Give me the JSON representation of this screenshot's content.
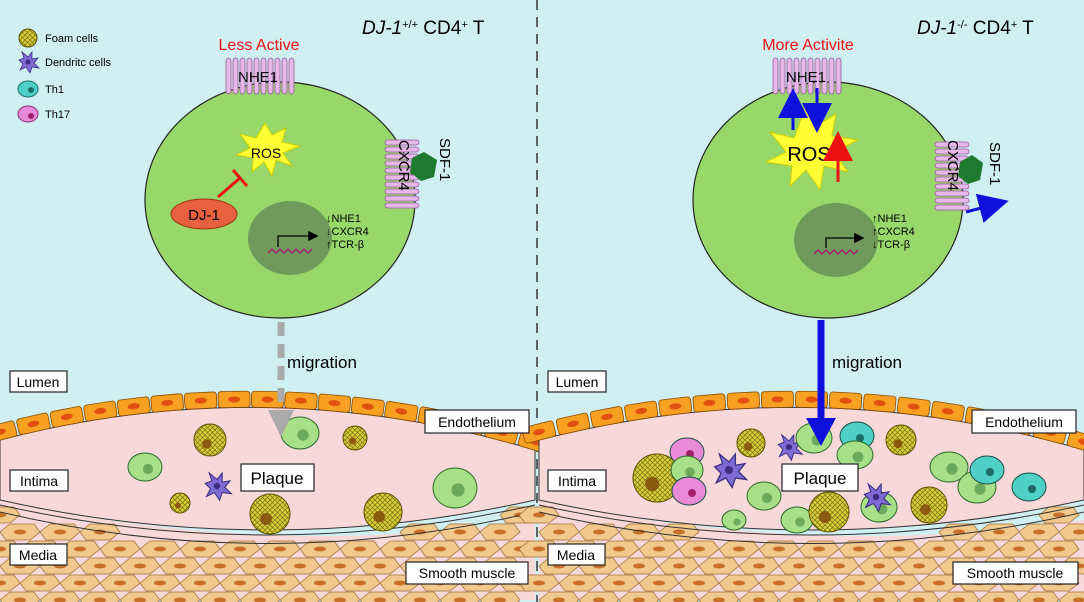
{
  "legend": {
    "items": [
      {
        "name": "Foam cells"
      },
      {
        "name": "Dendritc cells"
      },
      {
        "name": "Th1"
      },
      {
        "name": "Th17"
      }
    ]
  },
  "left_panel": {
    "title_italic": "DJ-1",
    "title_sup": "+/+",
    "title_rest": " CD4",
    "title_sup2": "+",
    "title_end": " T",
    "activity": "Less Active",
    "nhe1": "NHE1",
    "ros": "ROS",
    "dj1": "DJ-1",
    "cxcr4": "CXCR4",
    "sdf1": "SDF-1",
    "genes": [
      "↓NHE1",
      "↓CXCR4",
      "↑TCR-β"
    ],
    "migration": "migration",
    "lumen": "Lumen",
    "endothelium": "Endothelium",
    "intima": "Intima",
    "plaque": "Plaque",
    "media": "Media",
    "smooth_muscle": "Smooth muscle"
  },
  "right_panel": {
    "title_italic": "DJ-1",
    "title_sup": "-/-",
    "title_rest": " CD4",
    "title_sup2": "+",
    "title_end": " T",
    "activity": "More Activite",
    "nhe1": "NHE1",
    "ros": "ROS",
    "cxcr4": "CXCR4",
    "sdf1": "SDF-1",
    "genes": [
      "↑NHE1",
      "↑CXCR4",
      "↓TCR-β"
    ],
    "migration": "migration",
    "lumen": "Lumen",
    "endothelium": "Endothelium",
    "intima": "Intima",
    "plaque": "Plaque",
    "media": "Media",
    "smooth_muscle": "Smooth muscle"
  },
  "colors": {
    "background": "#cfeff2",
    "cell": "#98d86a",
    "nucleus": "#6f9a5c",
    "activity": "#ee1111",
    "ros": "#ffff33",
    "dj1": "#e8613e",
    "arrow_blue": "#1010dd",
    "arrow_gray": "#aaaaaa",
    "intima": "#f8d8d8",
    "endothelial": "#f7a021",
    "smooth_muscle": "#f2c98d",
    "th1": "#4fd0c7",
    "th17": "#e98ad8",
    "dendritic": "#7f6bd3",
    "foam": "#c9c327"
  }
}
